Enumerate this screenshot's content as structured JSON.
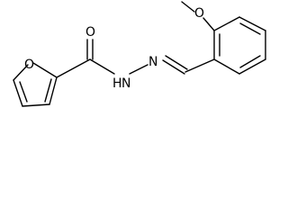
{
  "molecule": {
    "atoms": {
      "furan_o": "O",
      "carbonyl_o": "O",
      "amide_nh": "H",
      "amide_n": "N",
      "imine_n": "N",
      "methoxy_o": "O"
    }
  }
}
